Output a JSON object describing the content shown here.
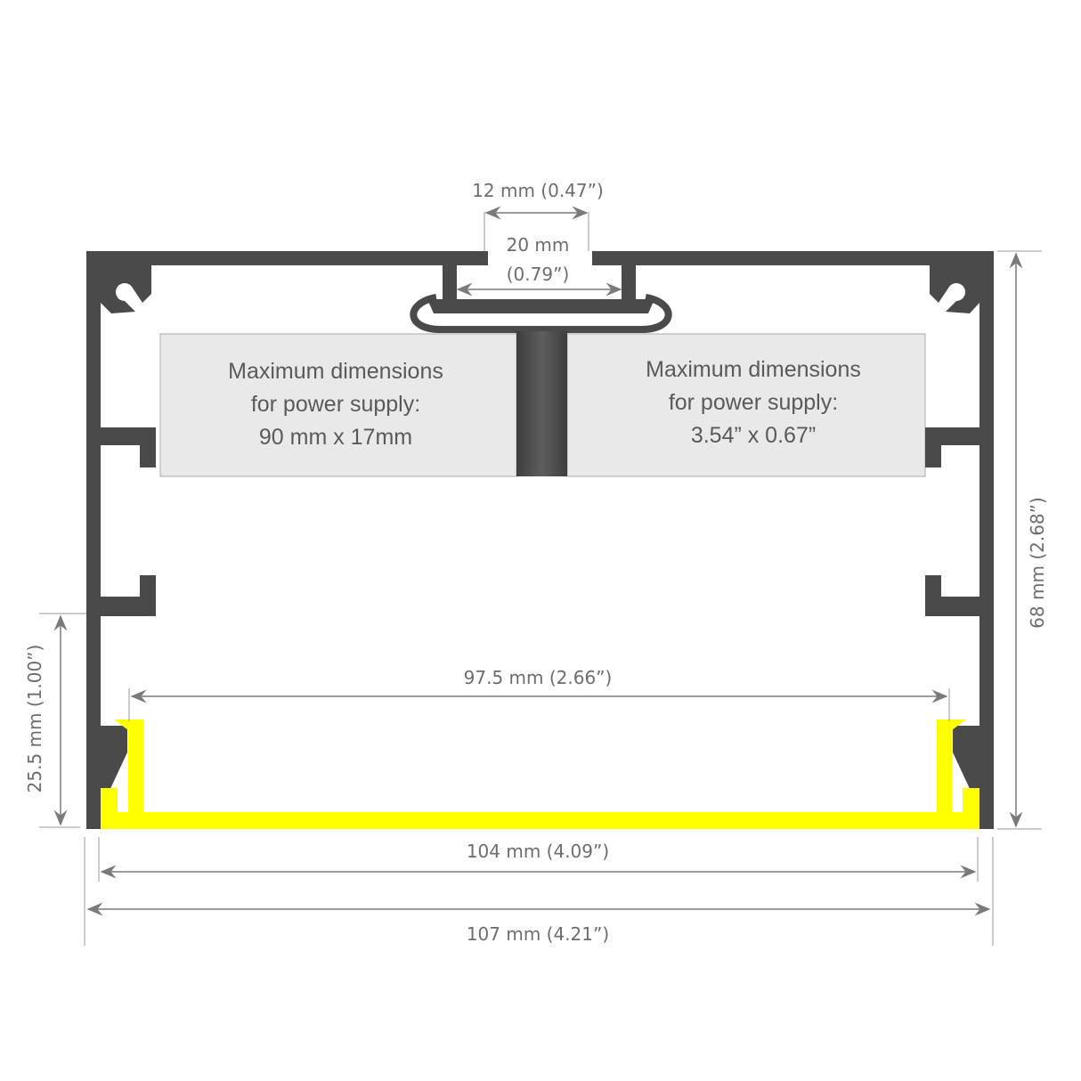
{
  "dimensions": {
    "slot_width": "12 mm (0.47”)",
    "inner_channel_mm": "20 mm",
    "inner_channel_in": "(0.79”)",
    "height_total": "68 mm (2.68”)",
    "height_lower": "25.5 mm (1.00”)",
    "diffuser_width": "97.5 mm (2.66”)",
    "inner_width": "104 mm (4.09”)",
    "outer_width": "107 mm (4.21”)"
  },
  "boxes": {
    "left": {
      "line1": "Maximum dimensions",
      "line2": "for power supply:",
      "line3": "90 mm x 17mm"
    },
    "right": {
      "line1": "Maximum dimensions",
      "line2": "for power supply:",
      "line3": "3.54” x 0.67”"
    }
  },
  "colors": {
    "profile": "#4a4a4a",
    "diffuser": "#ffff00",
    "box": "#e8e9e8",
    "dimension": "#7a7a7a"
  }
}
